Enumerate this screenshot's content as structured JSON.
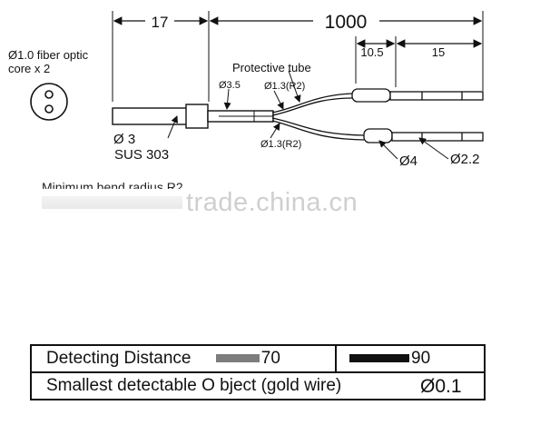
{
  "dimensions": {
    "d17": "17",
    "d1000": "1000",
    "d10_5": "10.5",
    "d15": "15"
  },
  "labels": {
    "core_line1": "Ø1.0 fiber optic",
    "core_line2": "core x 2",
    "protective_tube": "Protective tube",
    "dia_3_5": "Ø3.5",
    "dia_1_3_top": "Ø1.3(R2)",
    "dia_1_3_bottom": "Ø1.3(R2)",
    "dia_3": "Ø 3",
    "sus": "SUS  303",
    "dia_4": "Ø4",
    "dia_2_2": "Ø2.2",
    "min_bend": "Minimum bend radius R2"
  },
  "watermark": "trade.china.cn",
  "spec_table": {
    "detect_label": "Detecting  Distance",
    "detect_value_1": "70",
    "detect_value_2": "90",
    "smallest_label": "Smallest  detectable  O   bject (gold  wire)",
    "smallest_value": "Ø0.1",
    "bar_colors": [
      "#7d7d7d",
      "#111111"
    ]
  }
}
